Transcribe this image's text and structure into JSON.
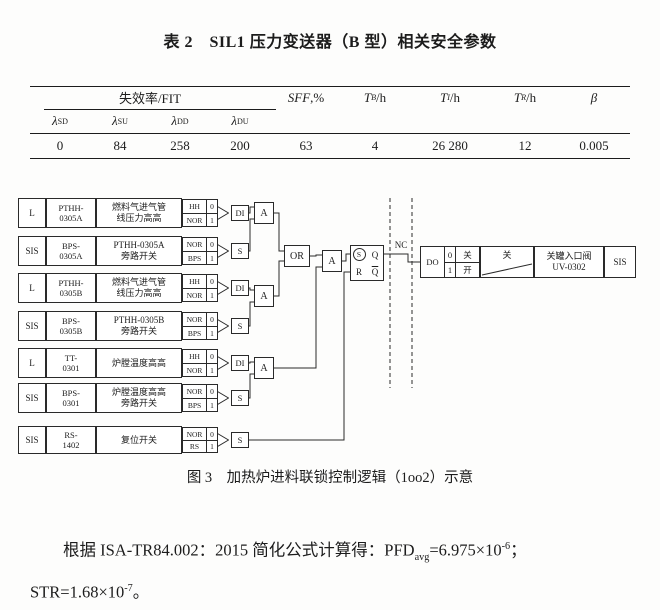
{
  "title": "表 2　SIL1 压力变送器（B 型）相关安全参数",
  "table": {
    "group_header": "失效率/FIT",
    "lambda": [
      {
        "base": "λ",
        "sub": "SD"
      },
      {
        "base": "λ",
        "sub": "SU"
      },
      {
        "base": "λ",
        "sub": "DD"
      },
      {
        "base": "λ",
        "sub": "DU"
      }
    ],
    "headers": [
      {
        "base": "SFF",
        "sub": "",
        "suffix": ",%"
      },
      {
        "base": "T",
        "sub": "B",
        "suffix": "/h"
      },
      {
        "base": "T",
        "sub": "I",
        "suffix": "/h"
      },
      {
        "base": "T",
        "sub": "R",
        "suffix": "/h"
      },
      {
        "base": "β",
        "sub": "",
        "suffix": ""
      }
    ],
    "values": [
      "0",
      "84",
      "258",
      "200",
      "63",
      "4",
      "26 280",
      "12",
      "0.005"
    ]
  },
  "diagram": {
    "rows": [
      {
        "source": "L",
        "tag1": "PTHH-",
        "tag2": "0305A",
        "desc1": "燃料气进气管",
        "desc2": "线压力高高",
        "k1": "HH",
        "v1": "0",
        "k2": "NOR",
        "v2": "1",
        "out": "DI"
      },
      {
        "source": "SIS",
        "tag1": "BPS-",
        "tag2": "0305A",
        "desc1": "PTHH-0305A",
        "desc2": "旁路开关",
        "k1": "NOR",
        "v1": "0",
        "k2": "BPS",
        "v2": "1",
        "out": "S"
      },
      {
        "source": "L",
        "tag1": "PTHH-",
        "tag2": "0305B",
        "desc1": "燃料气进气管",
        "desc2": "线压力高高",
        "k1": "HH",
        "v1": "0",
        "k2": "NOR",
        "v2": "1",
        "out": "DI"
      },
      {
        "source": "SIS",
        "tag1": "BPS-",
        "tag2": "0305B",
        "desc1": "PTHH-0305B",
        "desc2": "旁路开关",
        "k1": "NOR",
        "v1": "0",
        "k2": "BPS",
        "v2": "1",
        "out": "S"
      },
      {
        "source": "L",
        "tag1": "TT-",
        "tag2": "0301",
        "desc1": "炉膛温度高高",
        "desc2": "",
        "k1": "HH",
        "v1": "0",
        "k2": "NOR",
        "v2": "1",
        "out": "DI"
      },
      {
        "source": "SIS",
        "tag1": "BPS-",
        "tag2": "0301",
        "desc1": "炉膛温度高高",
        "desc2": "旁路开关",
        "k1": "NOR",
        "v1": "0",
        "k2": "BPS",
        "v2": "1",
        "out": "S"
      },
      {
        "source": "SIS",
        "tag1": "RS-",
        "tag2": "1402",
        "desc1": "复位开关",
        "desc2": "",
        "k1": "NOR",
        "v1": "0",
        "k2": "RS",
        "v2": "1",
        "out": "S"
      }
    ],
    "gates": {
      "a1": "A",
      "a2": "A",
      "a3": "A",
      "or": "OR",
      "a4": "A"
    },
    "ff": {
      "s": "S",
      "q": "Q",
      "r": "R",
      "qb": "Q"
    },
    "nc": "NC",
    "do_block": {
      "label": "DO",
      "b0": "0",
      "s0": "关",
      "b1": "1",
      "s1": "开"
    },
    "valve_state": "关",
    "valve": {
      "line1": "关罐入口阀",
      "line2": "UV-0302"
    },
    "sis_out": "SIS"
  },
  "caption": "图 3　加热炉进料联锁控制逻辑（1oo2）示意",
  "para": {
    "l1a": "根据 ISA-TR84.002：2015 简化公式计算得：PFD",
    "l1sub": "avg",
    "l1b": "=6.975×10",
    "l1sup": "-6",
    "l1c": "；",
    "l2a": "STR=1.68×10",
    "l2sup": "-7",
    "l2b": "。"
  }
}
